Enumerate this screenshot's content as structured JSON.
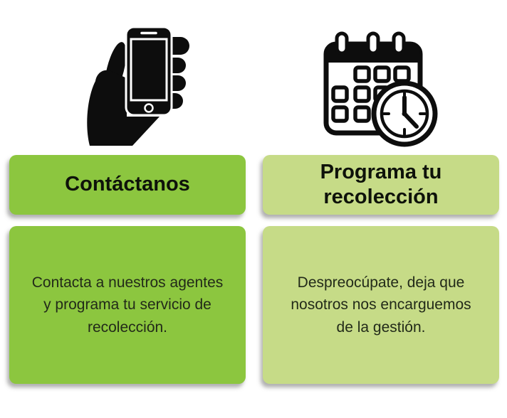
{
  "page": {
    "background": "#ffffff"
  },
  "cards": {
    "contact": {
      "icon": "hand-holding-phone",
      "color": "#8cc63f",
      "title_lines": [
        "Contáctanos"
      ],
      "body_lines": [
        "Contacta a nuestros agentes",
        "y programa tu servicio de",
        "recolección."
      ]
    },
    "schedule": {
      "icon": "calendar-clock",
      "color": "#c6db87",
      "title_lines": [
        "Programa tu",
        "recolección"
      ],
      "body_lines": [
        "Despreocúpate, deja que",
        "nosotros nos encarguemos",
        "de la gestión."
      ]
    }
  },
  "colors": {
    "icon_black": "#0d0d0d",
    "title_text": "#0e120a",
    "body_text": "#222a19",
    "shadow": "#6e6e6e"
  }
}
